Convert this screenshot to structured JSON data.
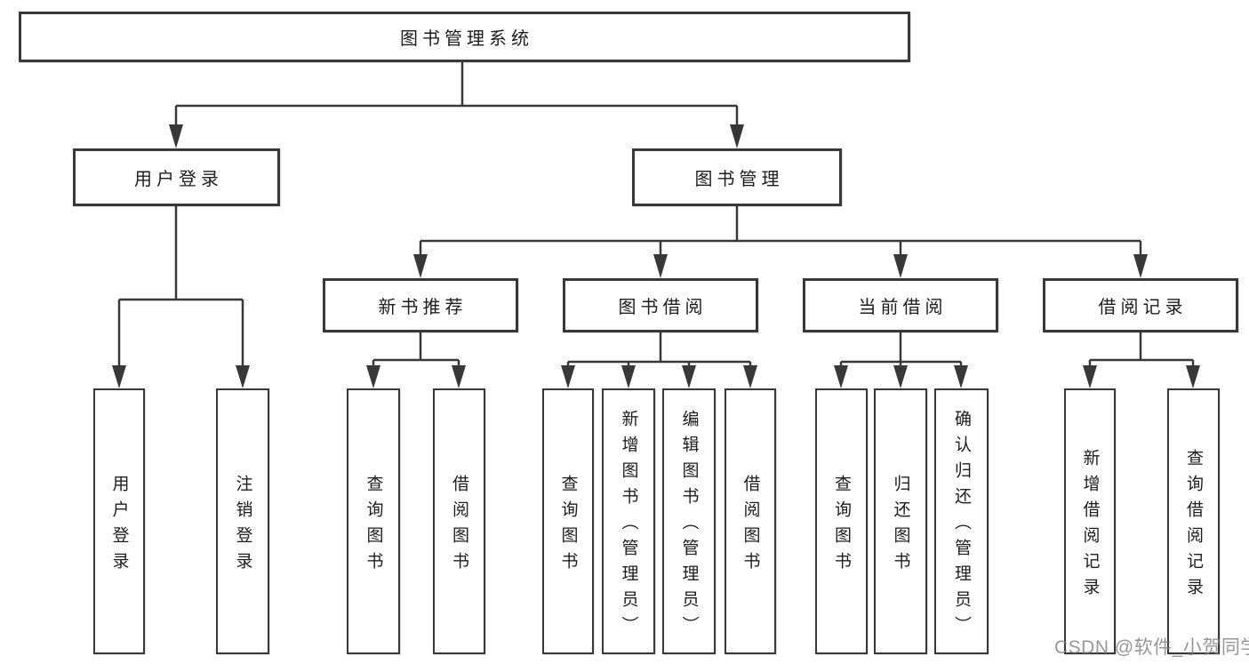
{
  "tree": {
    "label": "图书管理系统",
    "children": [
      {
        "label": "用户登录",
        "children": [
          {
            "label": "用户登录"
          },
          {
            "label": "注销登录"
          }
        ]
      },
      {
        "label": "图书管理",
        "children": [
          {
            "label": "新书推荐",
            "children": [
              {
                "label": "查询图书"
              },
              {
                "label": "借阅图书"
              }
            ]
          },
          {
            "label": "图书借阅",
            "children": [
              {
                "label": "查询图书"
              },
              {
                "label": "新增图书（管理员）"
              },
              {
                "label": "编辑图书（管理员）"
              },
              {
                "label": "借阅图书"
              }
            ]
          },
          {
            "label": "当前借阅",
            "children": [
              {
                "label": "查询图书"
              },
              {
                "label": "归还图书"
              },
              {
                "label": "确认归还（管理员）"
              }
            ]
          },
          {
            "label": "借阅记录",
            "children": [
              {
                "label": "新增借阅记录"
              },
              {
                "label": "查询借阅记录"
              }
            ]
          }
        ]
      }
    ]
  },
  "watermark": {
    "text": "CSDN @软件_小贺同学",
    "color": "#a9a9a9"
  },
  "colors": {
    "line": "#383838",
    "box_border": "#383838",
    "text": "#1d1d1d",
    "background": "#ffffff"
  }
}
